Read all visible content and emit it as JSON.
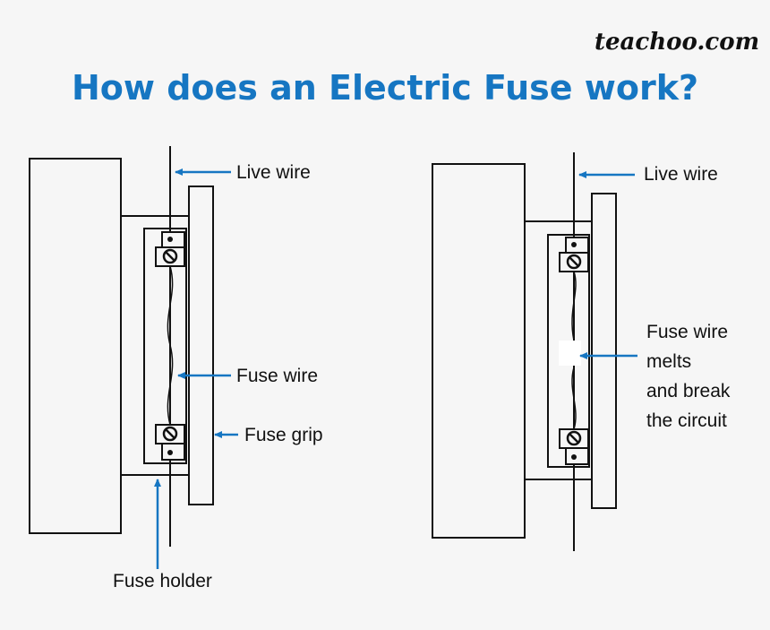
{
  "brand": "teachoo.com",
  "title": "How does an Electric Fuse work?",
  "colors": {
    "title": "#1676c2",
    "arrow": "#1676c2",
    "line": "#111111",
    "background": "#f6f6f6"
  },
  "left_diagram": {
    "live_wire": "Live wire",
    "fuse_wire": "Fuse wire",
    "fuse_grip": "Fuse grip",
    "fuse_holder": "Fuse holder"
  },
  "right_diagram": {
    "live_wire": "Live wire",
    "melt_note": [
      "Fuse wire",
      "melts",
      "and break",
      "the circuit"
    ]
  }
}
